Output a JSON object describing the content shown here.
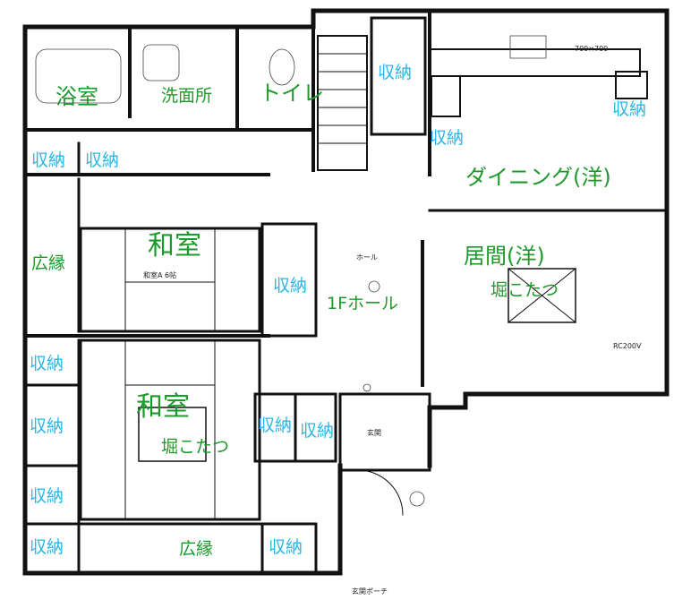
{
  "labels": {
    "bath": "浴室",
    "washroom": "洗面所",
    "toilet": "トイレ",
    "storage": "収納",
    "dining": "ダイニング(洋)",
    "living": "居間(洋)",
    "kotatsu": "堀こたつ",
    "washitsu": "和室",
    "hiroen": "広縁",
    "hall": "1Fホール"
  },
  "annotations": {
    "porch": "玄関ポーチ",
    "entrance": "玄関",
    "hall_small": "ホール",
    "size_a": "和室A 6帖",
    "kitchen_size": "700×700",
    "ac": "RC200V"
  },
  "colors": {
    "storage_label": "#29b6e8",
    "room_label": "#1e9a2c",
    "wall": "#111111"
  }
}
